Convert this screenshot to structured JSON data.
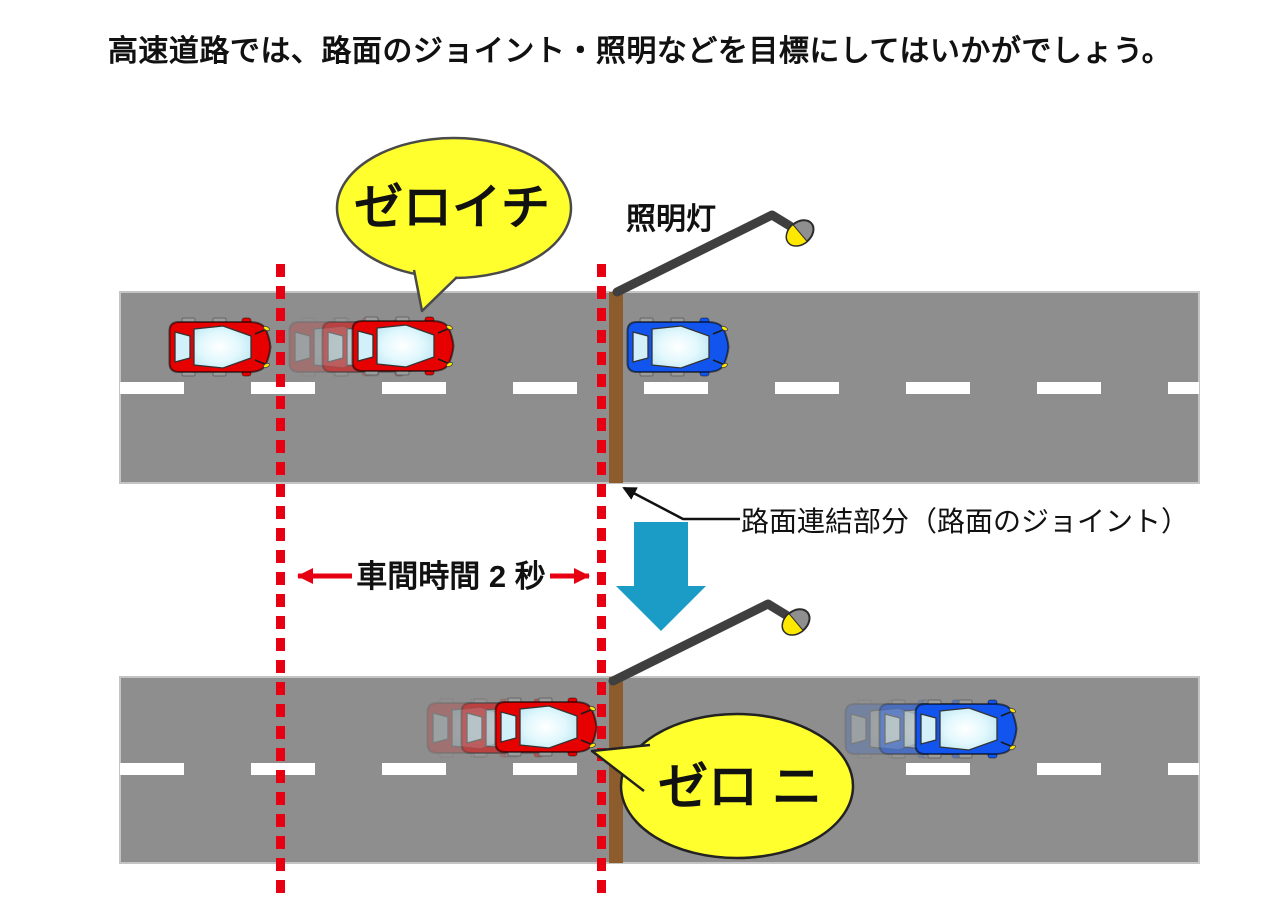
{
  "title": "高速道路では、路面のジョイント・照明などを目標にしてはいかがでしょう。",
  "labels": {
    "streetlight": "照明灯",
    "joint": "路面連結部分（路面のジョイント）",
    "gap_time": "車間時間 2 秒"
  },
  "bubbles": {
    "zero_ichi": "ゼロイチ",
    "zero_ni": "ゼロ ニ"
  },
  "colors": {
    "road": "#8e8e8e",
    "road_edge": "#c4c4c4",
    "lane_marking": "#ffffff",
    "marker_red": "#e60012",
    "joint_brown": "#8d5c2c",
    "bubble_yellow": "#ffff2e",
    "car_red": "#e60000",
    "car_blue": "#1155ee",
    "down_arrow": "#1b9cc7",
    "pole": "#3f3f3f",
    "lamp_yellow": "#ffe800",
    "annotation_black": "#111111"
  }
}
